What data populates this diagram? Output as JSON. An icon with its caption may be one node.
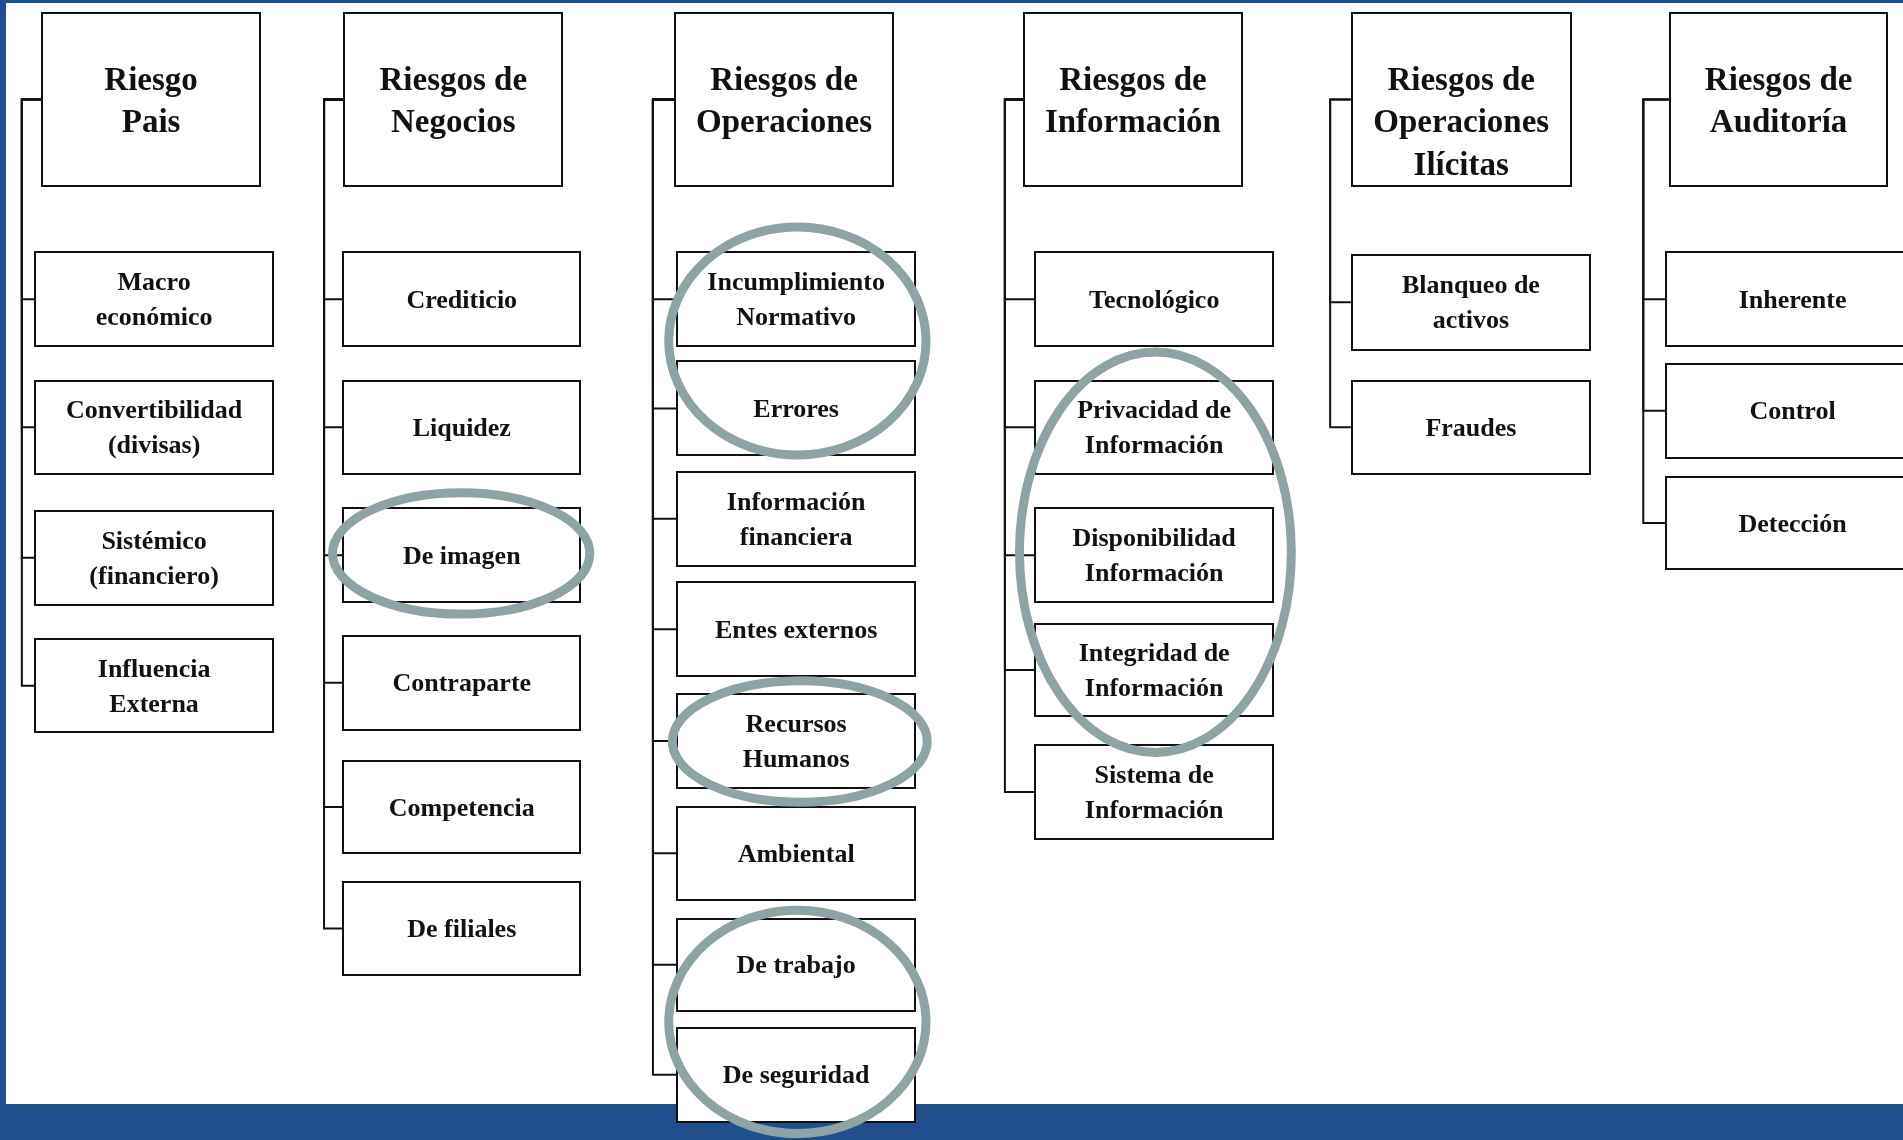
{
  "diagram": {
    "nodes": [
      {
        "text": [
          "Riesgo Pais"
        ]
      },
      {
        "text": [
          "Macro económico"
        ]
      },
      {
        "text": [
          "Convertibilidad (divisas)"
        ]
      },
      {
        "text": [
          "Sistémico (financiero)"
        ]
      },
      {
        "text": [
          "Influencia Externa"
        ]
      },
      {
        "text": [
          "Riesgos de Negocios"
        ]
      },
      {
        "text": [
          "Crediticio"
        ]
      },
      {
        "text": [
          "Liquidez"
        ]
      },
      {
        "text": [
          "De imagen"
        ]
      },
      {
        "text": [
          "Contraparte"
        ]
      },
      {
        "text": [
          "Competencia"
        ]
      },
      {
        "text": [
          "De filiales"
        ]
      },
      {
        "text": [
          "Riesgos de Operaciones"
        ]
      },
      {
        "text": [
          "Incumplimiento Normativo"
        ]
      },
      {
        "text": [
          "Errores"
        ]
      },
      {
        "text": [
          "Información financiera"
        ]
      },
      {
        "text": [
          "Entes externos"
        ]
      },
      {
        "text": [
          "Recursos Humanos"
        ]
      },
      {
        "text": [
          "Ambiental"
        ]
      },
      {
        "text": [
          "De trabajo"
        ]
      },
      {
        "text": [
          "De seguridad"
        ]
      },
      {
        "text": [
          "Riesgos de Información"
        ]
      },
      {
        "text": [
          "Tecnológico"
        ]
      },
      {
        "text": [
          "Privacidad de Información"
        ]
      },
      {
        "text": [
          "Disponibilidad Información"
        ]
      },
      {
        "text": [
          "Integridad de Información"
        ]
      },
      {
        "text": [
          "Sistema de Información"
        ]
      },
      {
        "text": [
          "Riesgos de Operaciones Ilícitas"
        ]
      },
      {
        "text": [
          "Blanqueo de activos"
        ]
      },
      {
        "text": [
          "Fraudes"
        ]
      },
      {
        "text": [
          "Riesgos de Auditoría"
        ]
      },
      {
        "text": [
          "Inherente"
        ]
      },
      {
        "text": [
          "Control"
        ]
      },
      {
        "text": [
          "Detección"
        ]
      }
    ],
    "edges": [
      {
        "from": 0,
        "to": 1,
        "arrow": "none"
      },
      {
        "from": 0,
        "to": 2,
        "arrow": "none"
      },
      {
        "from": 0,
        "to": 3,
        "arrow": "none"
      },
      {
        "from": 0,
        "to": 4,
        "arrow": "none"
      },
      {
        "from": 5,
        "to": 6,
        "arrow": "none"
      },
      {
        "from": 5,
        "to": 7,
        "arrow": "none"
      },
      {
        "from": 5,
        "to": 8,
        "arrow": "none"
      },
      {
        "from": 5,
        "to": 9,
        "arrow": "none"
      },
      {
        "from": 5,
        "to": 10,
        "arrow": "none"
      },
      {
        "from": 5,
        "to": 11,
        "arrow": "none"
      },
      {
        "from": 12,
        "to": 13,
        "arrow": "none"
      },
      {
        "from": 12,
        "to": 14,
        "arrow": "none"
      },
      {
        "from": 12,
        "to": 15,
        "arrow": "none"
      },
      {
        "from": 12,
        "to": 16,
        "arrow": "none"
      },
      {
        "from": 12,
        "to": 17,
        "arrow": "none"
      },
      {
        "from": 12,
        "to": 18,
        "arrow": "none"
      },
      {
        "from": 12,
        "to": 19,
        "arrow": "none"
      },
      {
        "from": 12,
        "to": 20,
        "arrow": "none"
      },
      {
        "from": 21,
        "to": 22,
        "arrow": "none"
      },
      {
        "from": 21,
        "to": 23,
        "arrow": "none"
      },
      {
        "from": 21,
        "to": 24,
        "arrow": "none"
      },
      {
        "from": 21,
        "to": 25,
        "arrow": "none"
      },
      {
        "from": 21,
        "to": 26,
        "arrow": "none"
      },
      {
        "from": 27,
        "to": 28,
        "arrow": "none"
      },
      {
        "from": 27,
        "to": 29,
        "arrow": "none"
      },
      {
        "from": 30,
        "to": 31,
        "arrow": "none"
      },
      {
        "from": 30,
        "to": 32,
        "arrow": "none"
      },
      {
        "from": 30,
        "to": 33,
        "arrow": "none"
      }
    ]
  }
}
